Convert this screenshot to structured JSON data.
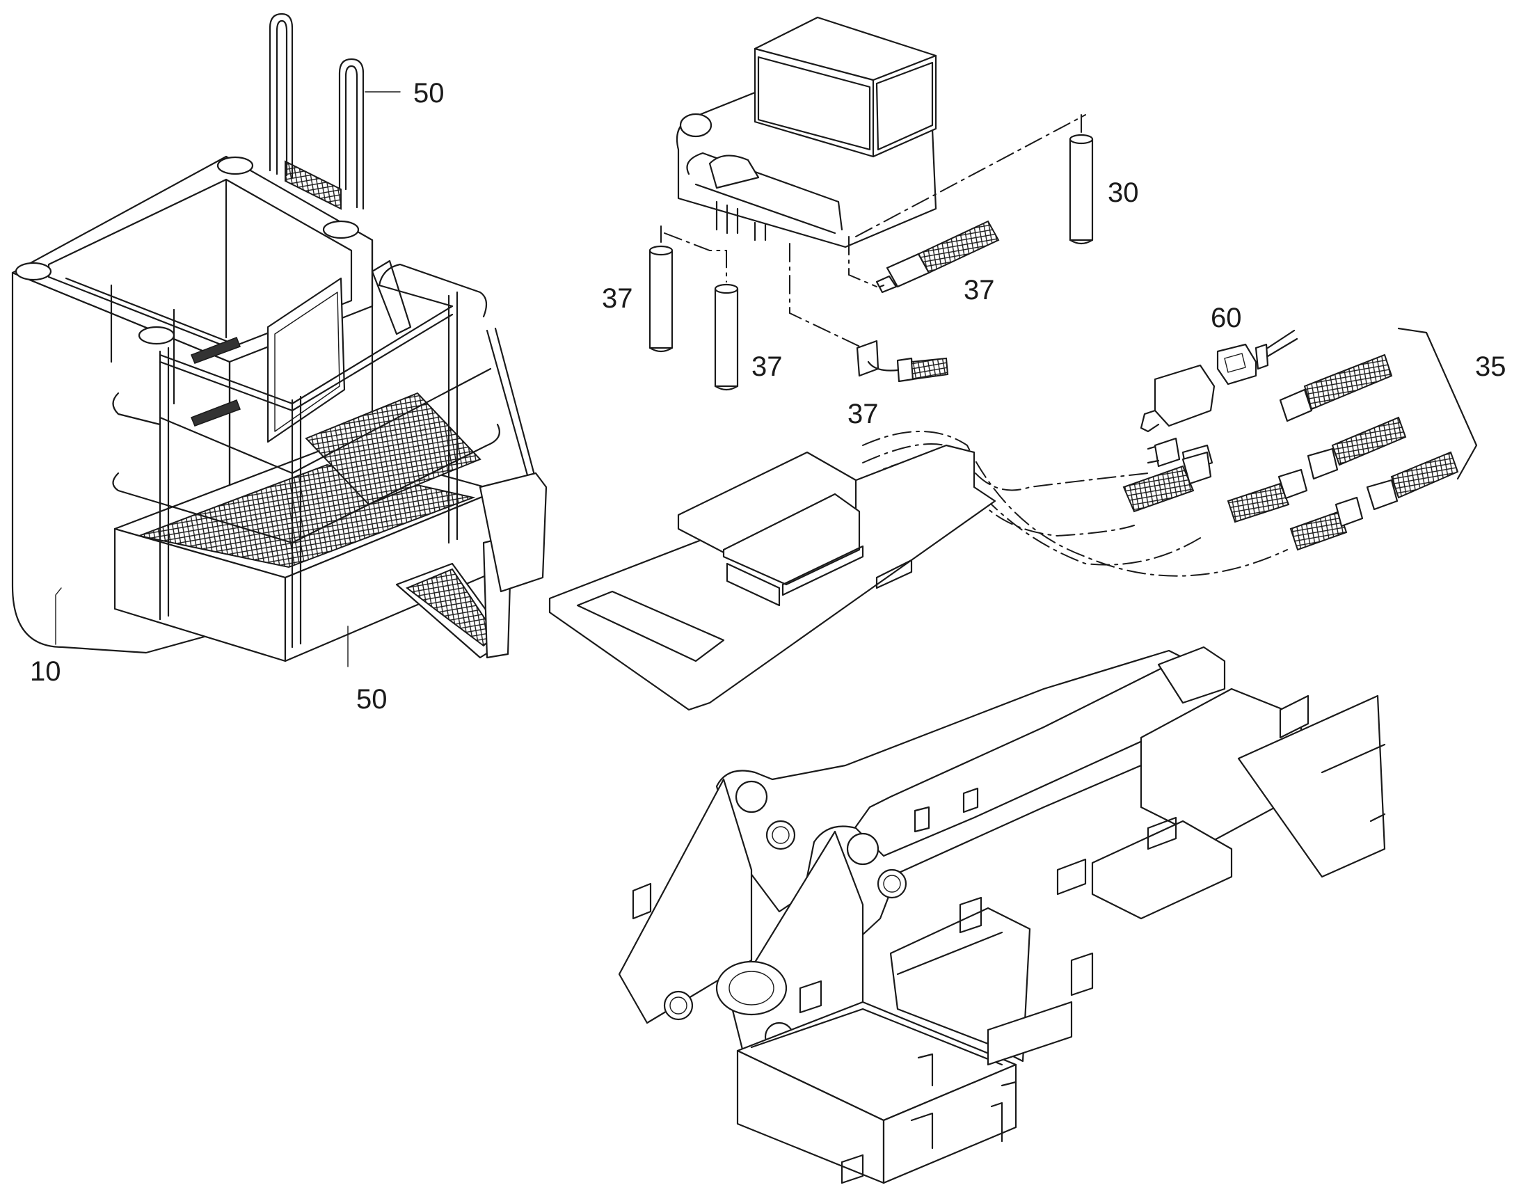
{
  "callouts": {
    "c10": "10",
    "c30": "30",
    "c35": "35",
    "c37a": "37",
    "c37b": "37",
    "c37c": "37",
    "c37d": "37",
    "c50a": "50",
    "c50b": "50",
    "c60": "60"
  },
  "colors": {
    "line": "#1a1a1a",
    "background": "#ffffff"
  }
}
